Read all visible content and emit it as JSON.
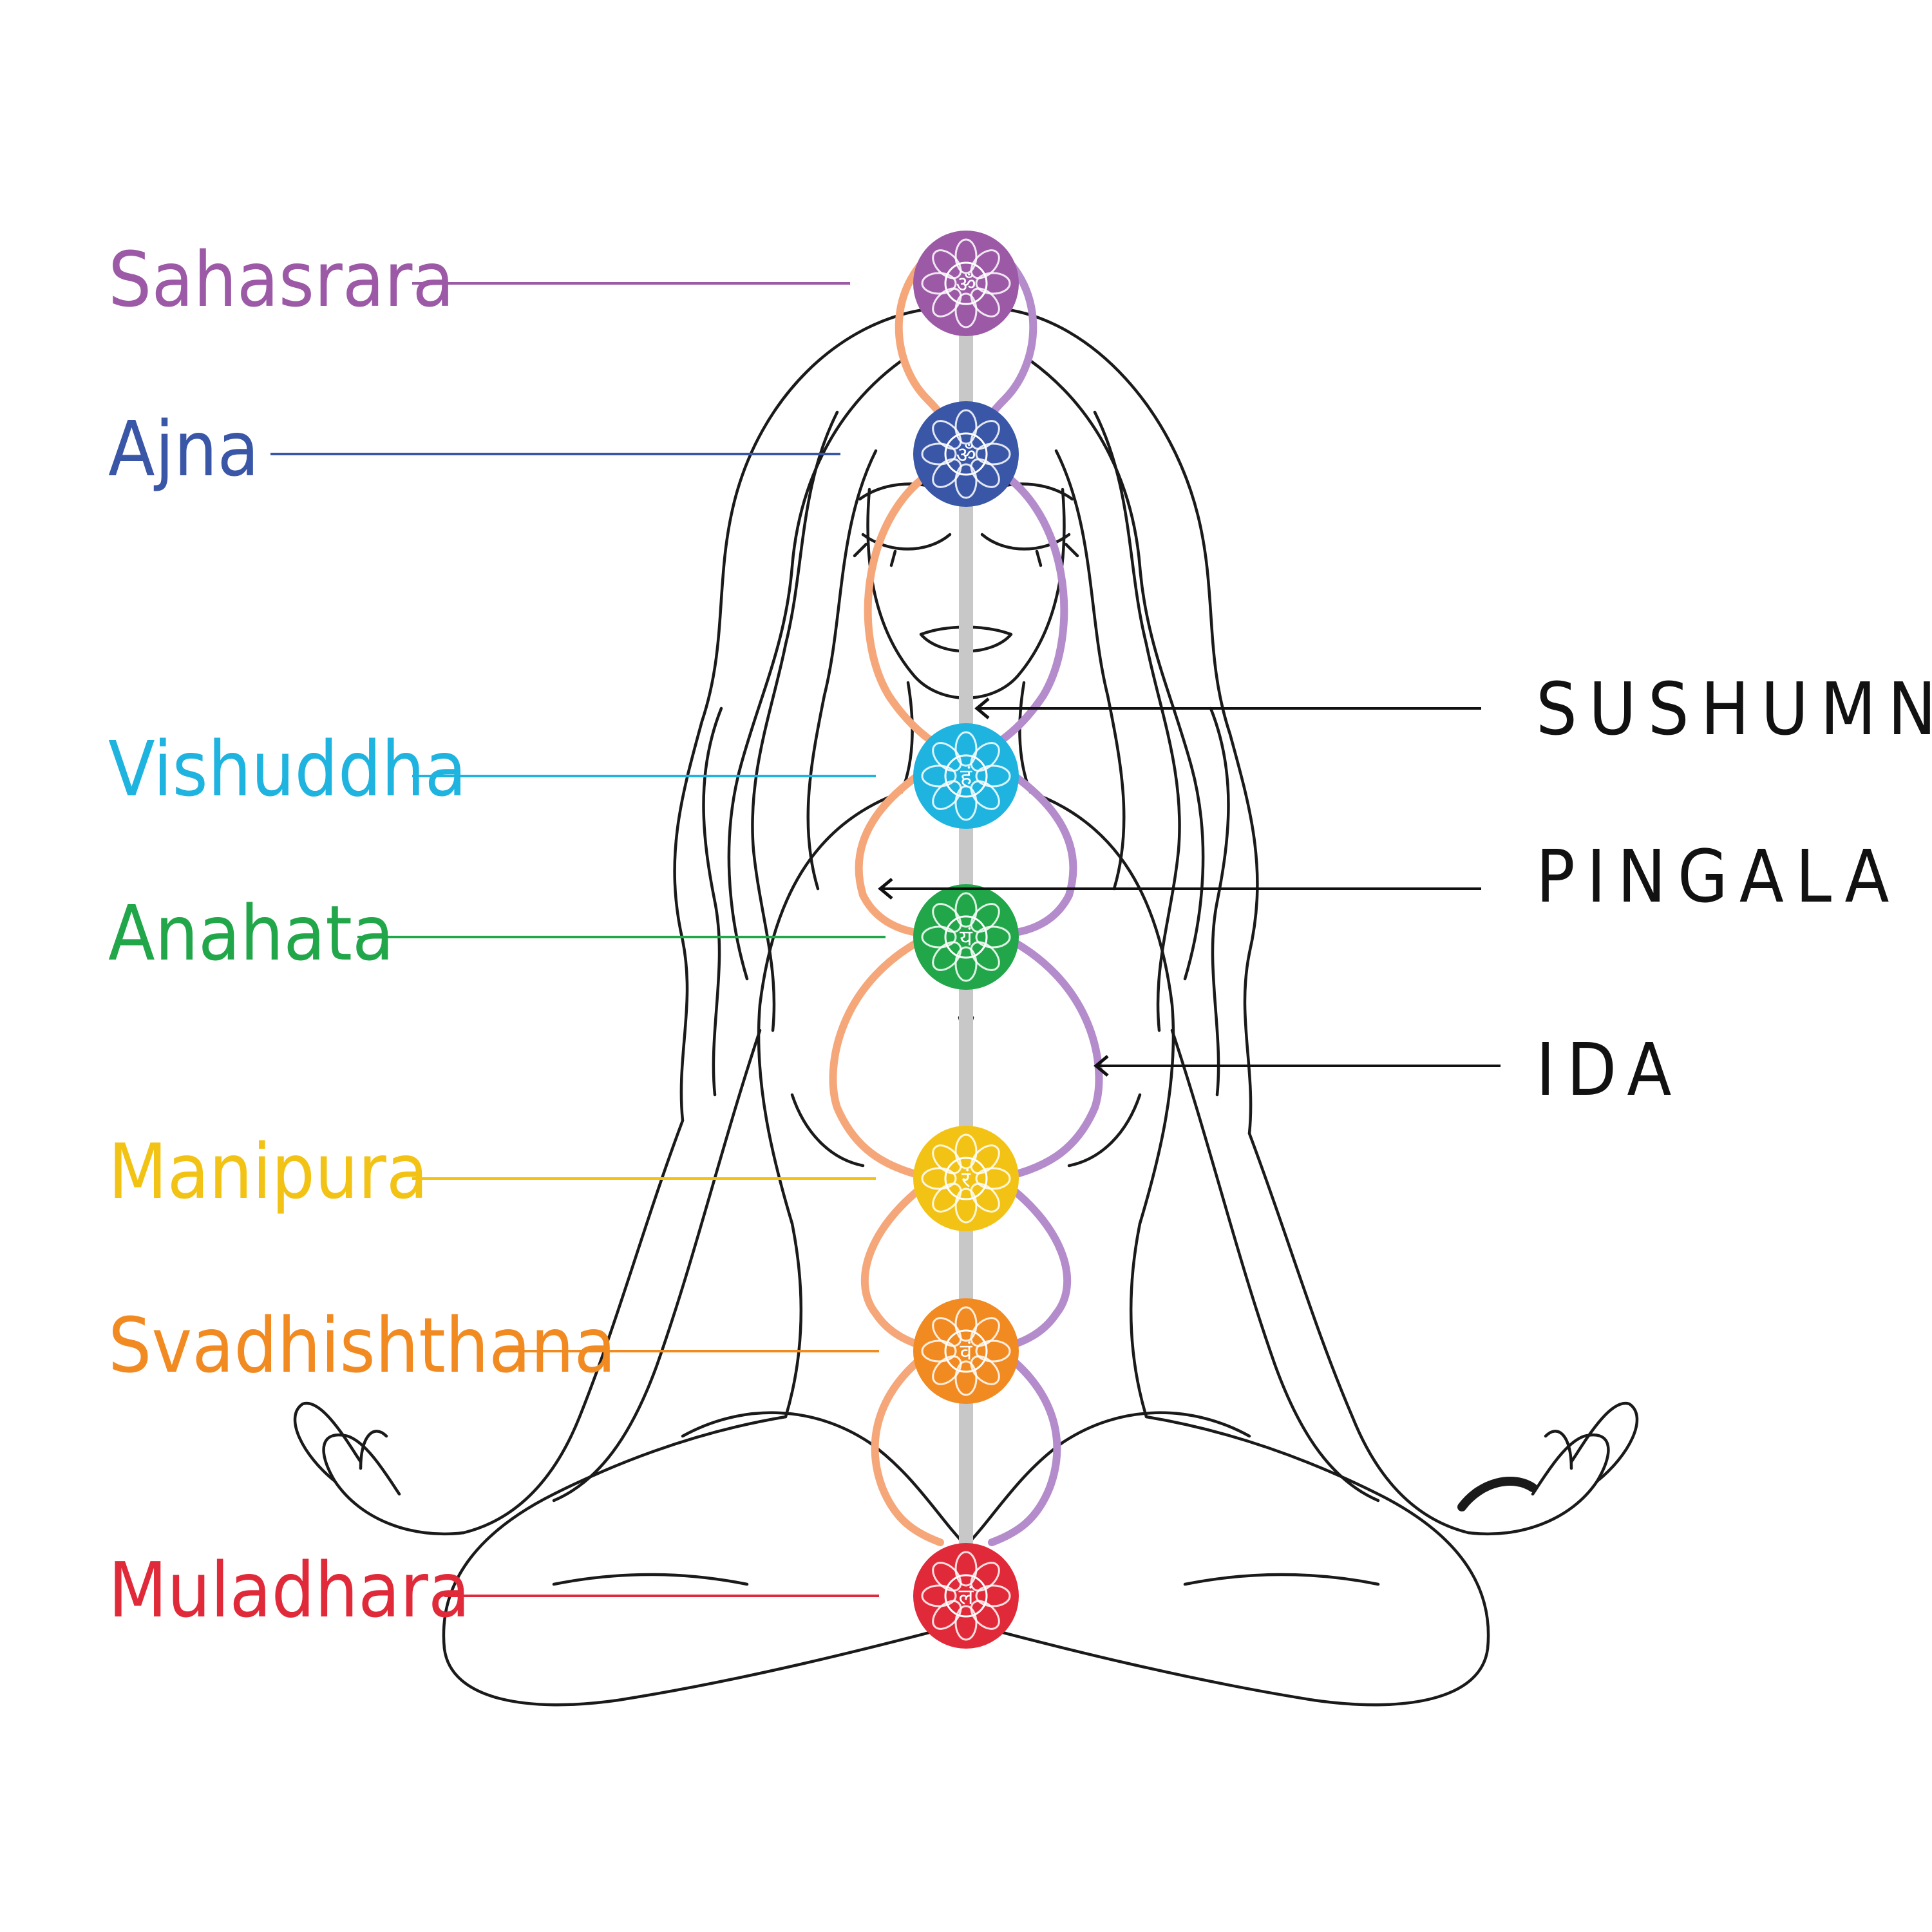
{
  "chakras": [
    {
      "id": "sahasrara",
      "label": "Sahasrara",
      "color": "#9b59a6",
      "glyph": "ॐ"
    },
    {
      "id": "ajna",
      "label": "Ajna",
      "color": "#3a56a6",
      "glyph": "ॐ"
    },
    {
      "id": "vishuddha",
      "label": "Vishuddha",
      "color": "#1fb3e0",
      "glyph": "हं"
    },
    {
      "id": "anahata",
      "label": "Anahata",
      "color": "#22a64a",
      "glyph": "यं"
    },
    {
      "id": "manipura",
      "label": "Manipura",
      "color": "#f2c314",
      "glyph": "रं"
    },
    {
      "id": "svadhishthana",
      "label": "Svadhishthana",
      "color": "#f28a22",
      "glyph": "वं"
    },
    {
      "id": "muladhara",
      "label": "Muladhara",
      "color": "#e02a3a",
      "glyph": "लं"
    }
  ],
  "nadis": [
    {
      "id": "sushumna",
      "label": "SUSHUMNA",
      "color": "#c8c8c8"
    },
    {
      "id": "pingala",
      "label": "PINGALA",
      "color": "#f5a77a"
    },
    {
      "id": "ida",
      "label": "IDA",
      "color": "#b48ccc"
    }
  ]
}
